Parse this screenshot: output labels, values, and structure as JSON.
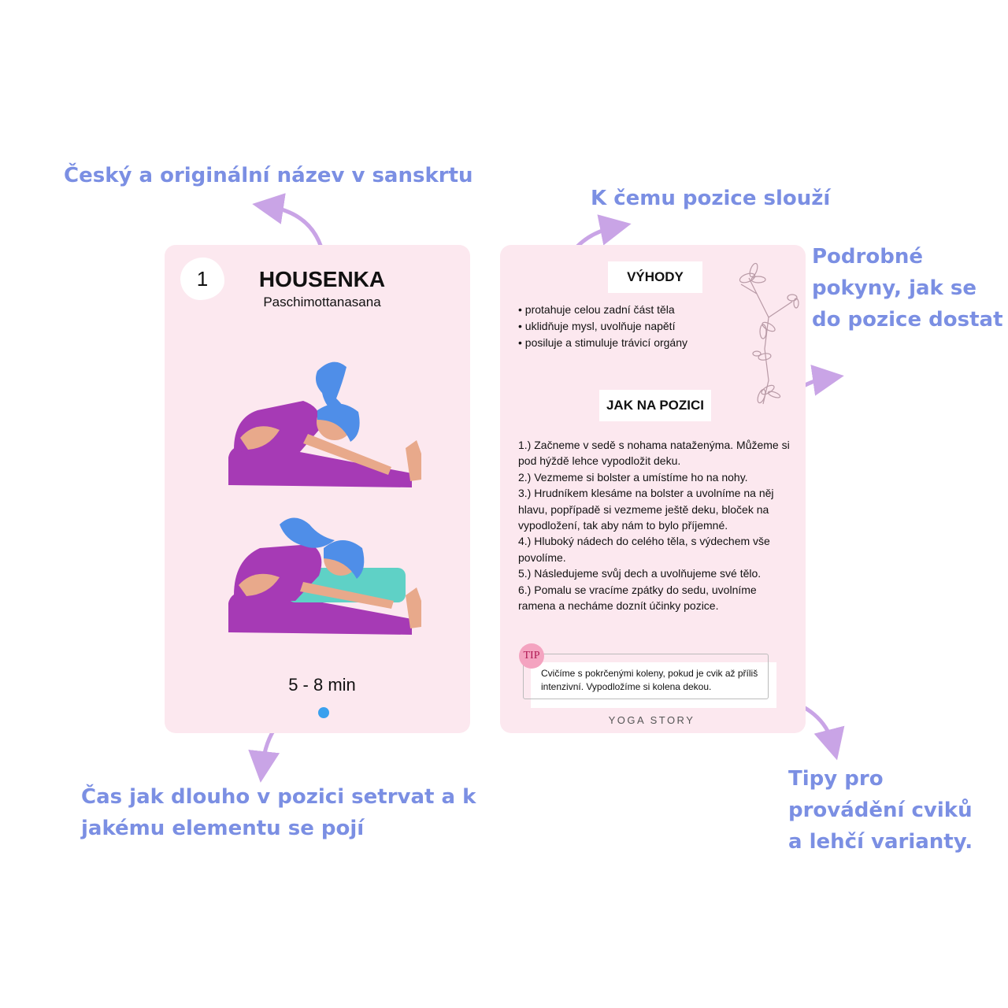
{
  "annotations": {
    "name_note": "Český a originální název v sanskrtu",
    "purpose_note": "K čemu pozice slouží",
    "instructions_note": "Podrobné\npokyny, jak se\ndo pozice dostat",
    "duration_note": "Čas jak dlouho v pozici setrvat a k\njakému elementu se pojí",
    "tips_note": "Tipy pro\nprovádění cviků\na lehčí varianty."
  },
  "front_card": {
    "number": "1",
    "title": "HOUSENKA",
    "sanskrit": "Paschimottanasana",
    "duration": "5 - 8 min"
  },
  "back_card": {
    "benefits_heading": "VÝHODY",
    "benefits": [
      "protahuje celou zadní část těla",
      "uklidňuje mysl, uvolňuje napětí",
      "posiluje a stimuluje trávicí orgány"
    ],
    "howto_heading": "JAK NA POZICI",
    "steps": [
      "1.) Začneme v sedě s nohama nataženýma. Můžeme si pod hýždě lehce vypodložit deku.",
      "2.) Vezmeme si bolster a umístíme ho na nohy.",
      "3.) Hrudníkem klesáme na bolster a uvolníme na něj hlavu, popřípadě si vezmeme ještě deku, bloček na vypodložení, tak aby nám to bylo příjemné.",
      "4.) Hluboký nádech do celého těla, s výdechem vše povolíme.",
      "5.) Následujeme svůj dech a uvolňujeme své tělo.",
      "6.) Pomalu se vracíme zpátky do sedu, uvolníme ramena a necháme doznít účinky pozice."
    ],
    "tip_badge": "TIP",
    "tip_text": "Cvičíme s pokrčenými koleny, pokud je cvik až příliš intenzivní. Vypodložíme si kolena dekou.",
    "brand": "YOGA STORY"
  },
  "colors": {
    "annotation": "#7b8fe3",
    "arrow": "#c9a4e6",
    "card_bg": "#fce8ef",
    "outfit": "#a63ab5",
    "hair": "#4f8ee8",
    "skin": "#e8a98b",
    "bolster": "#5fd1c6",
    "element_dot": "#3aa0ee"
  },
  "icons": [
    "arrow-curved",
    "flower-sprig-icon",
    "element-dot"
  ]
}
